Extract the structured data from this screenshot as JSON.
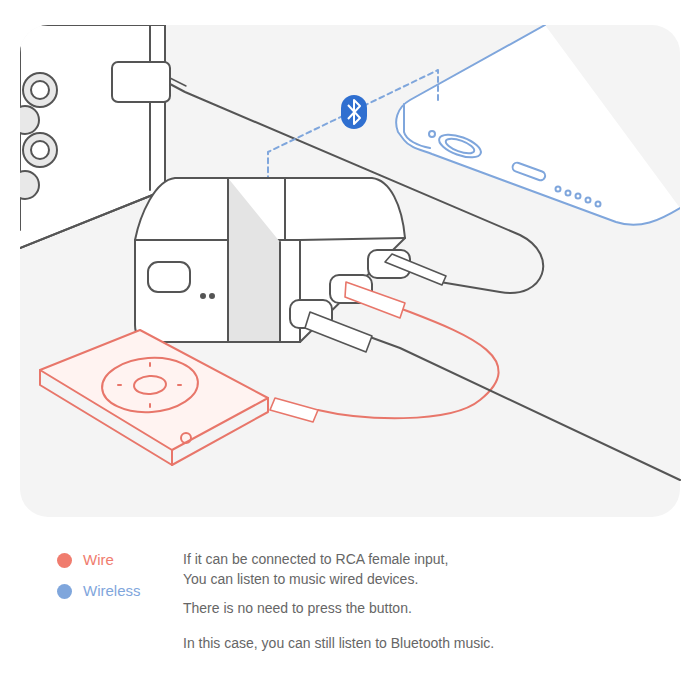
{
  "diagram": {
    "labels": [
      "If it can be connected to RCA female input,",
      "You can listen to music wired devices.",
      "There is no need to press the button.",
      "In this case, you can still listen to Bluetooth music."
    ],
    "legend": [
      {
        "text": "Wire",
        "color": "#f07c6e"
      },
      {
        "text": "Wireless",
        "color": "#7fa6dc"
      }
    ]
  }
}
